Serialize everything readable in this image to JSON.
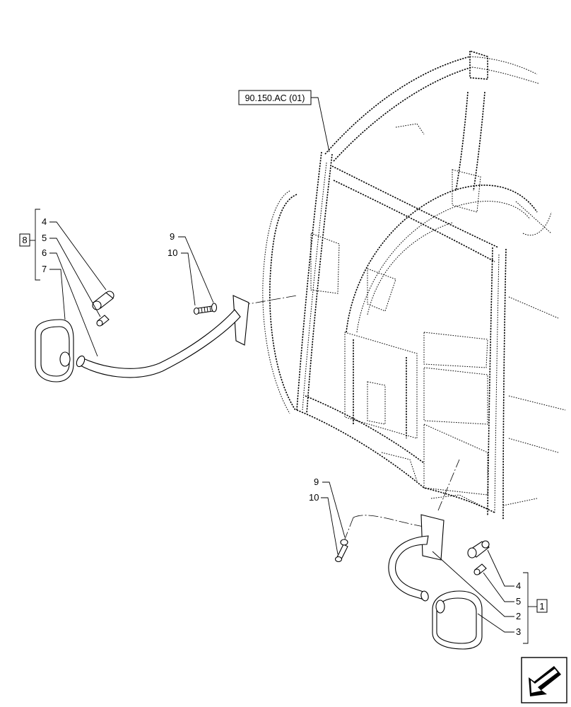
{
  "reference_label": "90.150.AC (01)",
  "left_group": {
    "box_label": "8",
    "items": [
      "4",
      "5",
      "6",
      "7"
    ],
    "fastener_labels": [
      "9",
      "10"
    ]
  },
  "right_group": {
    "box_label": "1",
    "items": [
      "4",
      "5",
      "2",
      "3"
    ],
    "fastener_labels": [
      "9",
      "10"
    ]
  },
  "nav_icon": "arrow-icon"
}
